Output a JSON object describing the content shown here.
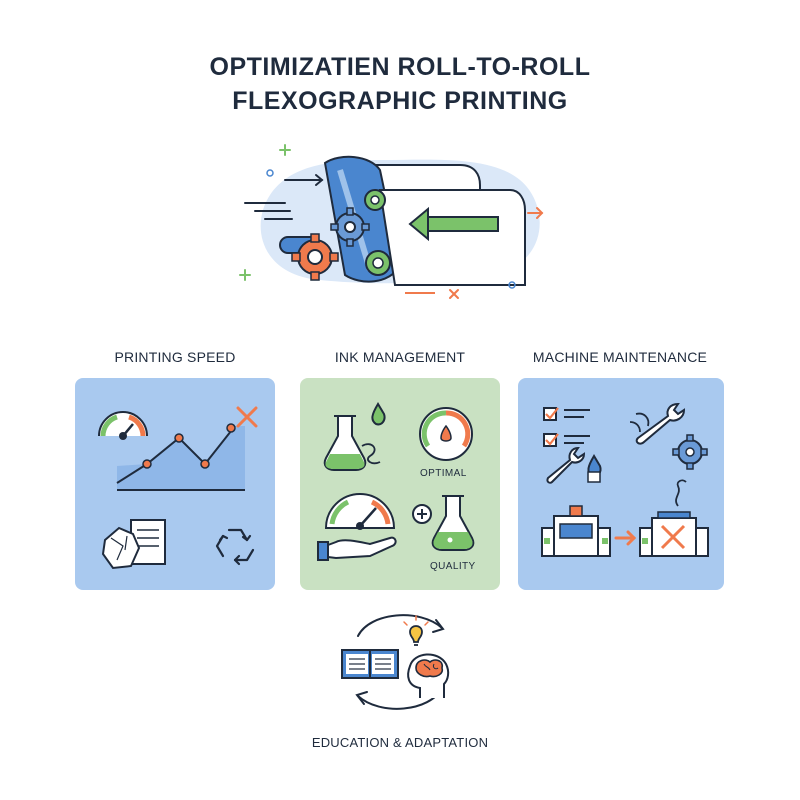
{
  "title": {
    "line1": "OPTIMIZATIEN ROLL-TO-ROLL",
    "line2": "FLEXOGRAPHIC PRINTING"
  },
  "colors": {
    "blue_panel": "#a9c9ef",
    "green_panel": "#c9e1c2",
    "accent_orange": "#f07a4c",
    "accent_green": "#7bc26a",
    "roller_blue": "#4a86cf",
    "outline_navy": "#1f2b3d"
  },
  "panels": [
    {
      "label": "PRINTING SPEED",
      "icons": [
        "speedometer-icon",
        "line-graph-icon",
        "x-mark-icon",
        "crumpled-paper-icon",
        "recycle-icon"
      ]
    },
    {
      "label": "INK MANAGEMENT",
      "icons": [
        "flask-drop-icon",
        "gauge-icon",
        "speedometer-hand-icon",
        "plus-flask-icon"
      ],
      "captions": {
        "optimal": "OPTIMAL",
        "quality": "QUALITY"
      }
    },
    {
      "label": "MACHINE MAINTENANCE",
      "icons": [
        "checklist-icon",
        "wrench-gear-icon",
        "wrench-drop-icon",
        "machine-icon",
        "broken-machine-icon"
      ]
    }
  ],
  "education": {
    "label": "EDUCATION & ADAPTATION",
    "icons": [
      "book-icon",
      "lightbulb-icon",
      "brain-head-icon",
      "cycle-arrows-icon"
    ]
  }
}
